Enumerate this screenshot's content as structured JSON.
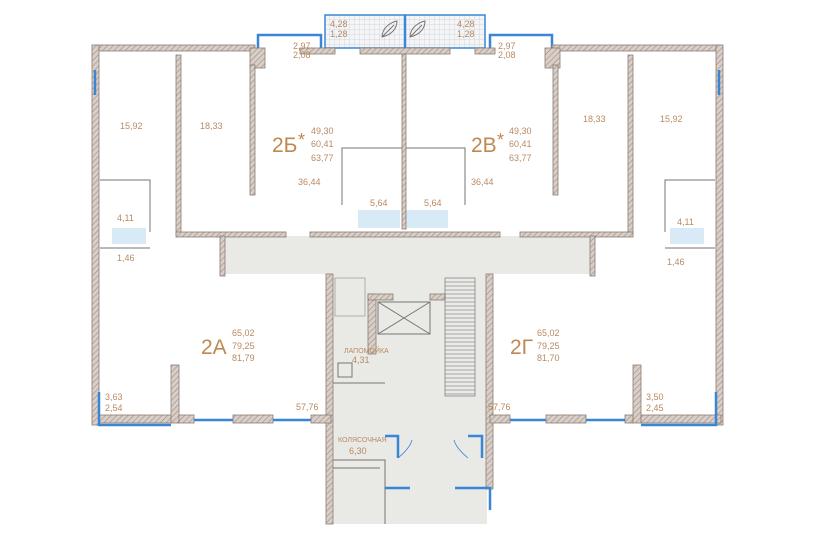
{
  "plan": {
    "balconies": [
      {
        "area": "4,28",
        "reduced": "1,28"
      },
      {
        "area": "4,28",
        "reduced": "1,28"
      }
    ],
    "loggias_top": [
      {
        "area": "2,97",
        "reduced": "2,08"
      },
      {
        "area": "2,97",
        "reduced": "2,08"
      }
    ],
    "loggias_bottom": [
      {
        "area": "3,63",
        "reduced": "2,54"
      },
      {
        "area": "3,50",
        "reduced": "2,45"
      }
    ],
    "apartments": [
      {
        "name": "2А",
        "living": "65,02",
        "total": "79,25",
        "total_with_balcony": "81,79",
        "kitchen_living": "57,76"
      },
      {
        "name": "2Б",
        "living": "49,30",
        "total": "60,41",
        "total_with_balcony": "63,77",
        "kitchen_living": "36,44"
      },
      {
        "name": "2В",
        "living": "49,30",
        "total": "60,41",
        "total_with_balcony": "63,77",
        "kitchen_living": "36,44"
      },
      {
        "name": "2Г",
        "living": "65,02",
        "total": "79,25",
        "total_with_balcony": "81,70",
        "kitchen_living": "57,76"
      }
    ],
    "star": "*",
    "rooms": {
      "left_bedroom": "15,92",
      "left_bedroom2": "18,33",
      "right_bedroom2": "18,33",
      "right_bedroom": "15,92",
      "bath_2b": "5,64",
      "bath_2v": "5,64",
      "bath_2a": "4,11",
      "wc_2a": "1,46",
      "bath_2g": "4,11",
      "wc_2g": "1,46"
    },
    "common": {
      "mop_room_label": "ЛАПОМОЙКА",
      "mop_room_area": "4,31",
      "stroller_room_label": "КОЛЯСОЧНАЯ",
      "stroller_room_area": "6,30"
    }
  }
}
